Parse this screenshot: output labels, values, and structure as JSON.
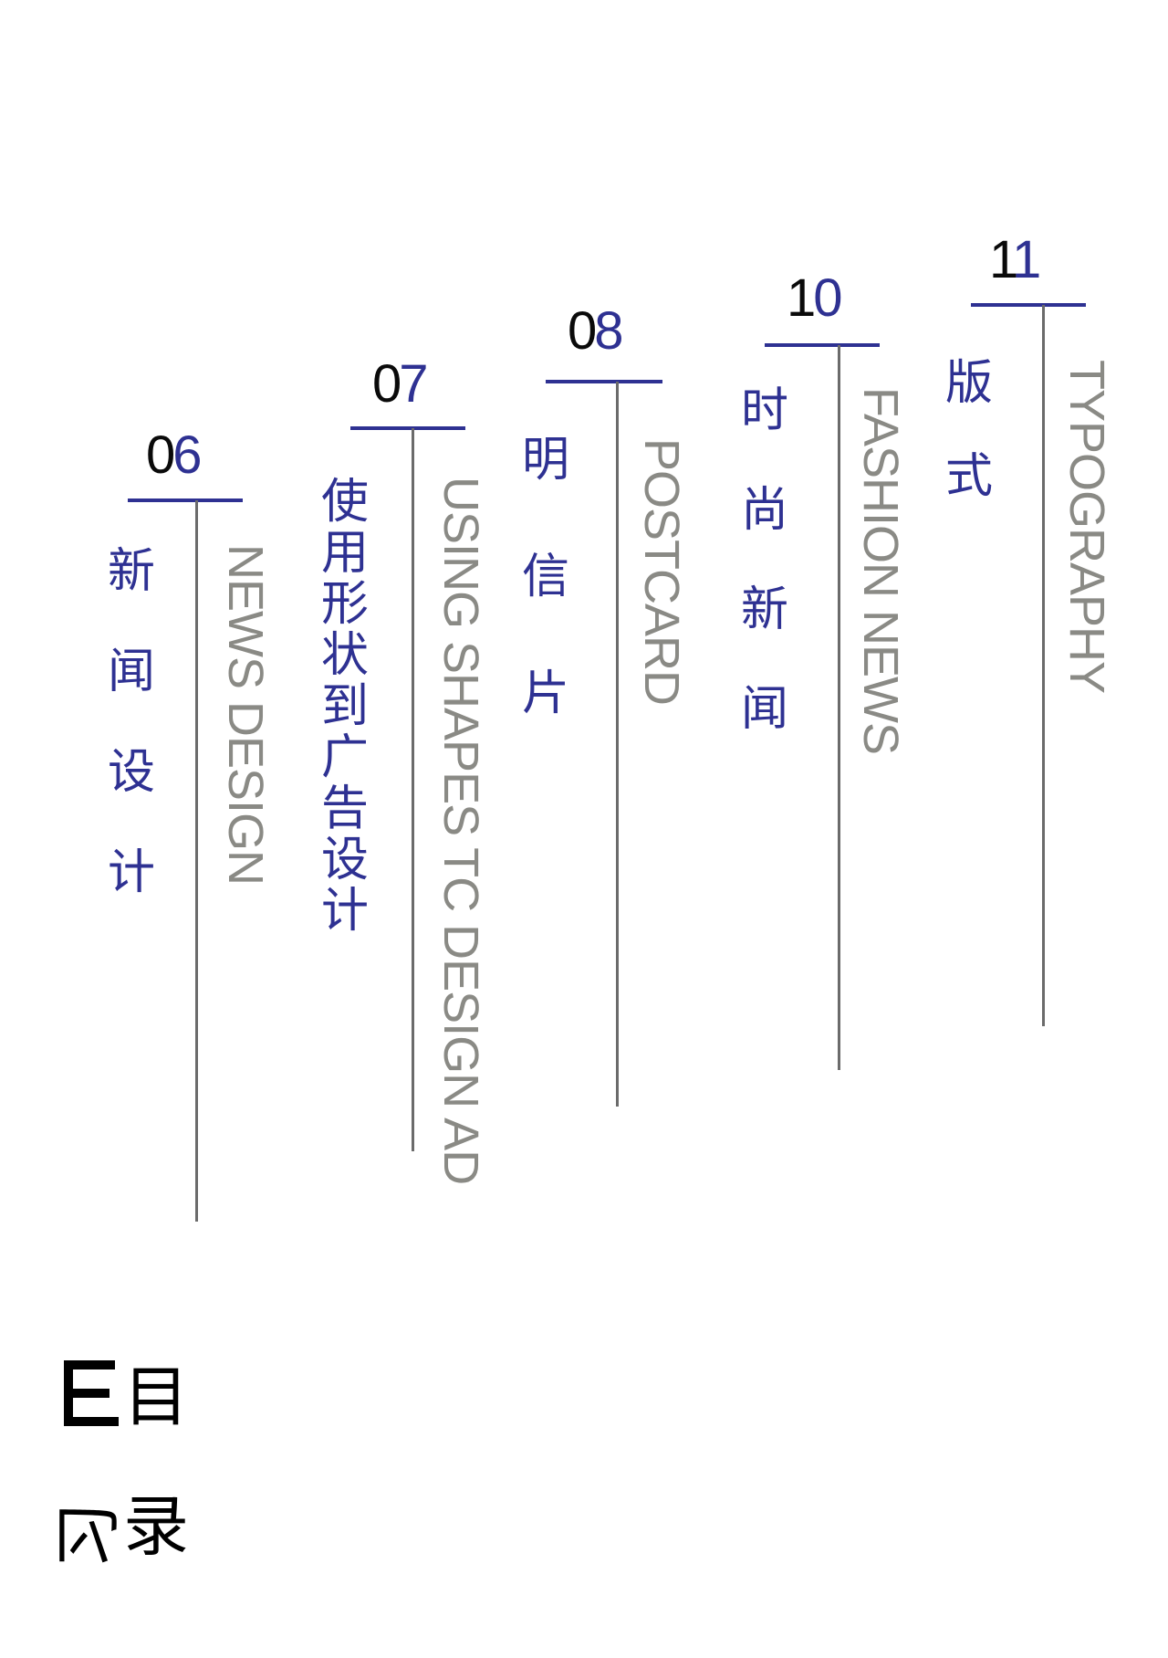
{
  "entries": [
    {
      "num_a": "0",
      "num_b": "6",
      "cn": [
        "新",
        "闻",
        "设",
        "计"
      ],
      "en": "NEWS DESIGN"
    },
    {
      "num_a": "0",
      "num_b": "7",
      "cn": [
        "使",
        "用",
        "形",
        "状",
        "到",
        "广",
        "告",
        "设",
        "计"
      ],
      "en": "USING SHAPES TC DESIGN AD"
    },
    {
      "num_a": "0",
      "num_b": "8",
      "cn": [
        "明",
        "信",
        "片"
      ],
      "en": "POSTCARD"
    },
    {
      "num_a": "1",
      "num_b": "0",
      "cn": [
        "时",
        "尚",
        "新",
        "闻"
      ],
      "en": "FASHION NEWS"
    },
    {
      "num_a": "1",
      "num_b": "1",
      "cn": [
        "版",
        "式"
      ],
      "en": "TYPOGRAPHY"
    }
  ],
  "colors": {
    "accent": "#2e3192",
    "gray_text": "#8a8a85",
    "line": "#6b6b6b",
    "black": "#0a0a0a"
  },
  "mark": {
    "cn_top": "目",
    "cn_bottom": "录",
    "letter_bottom": "习"
  }
}
